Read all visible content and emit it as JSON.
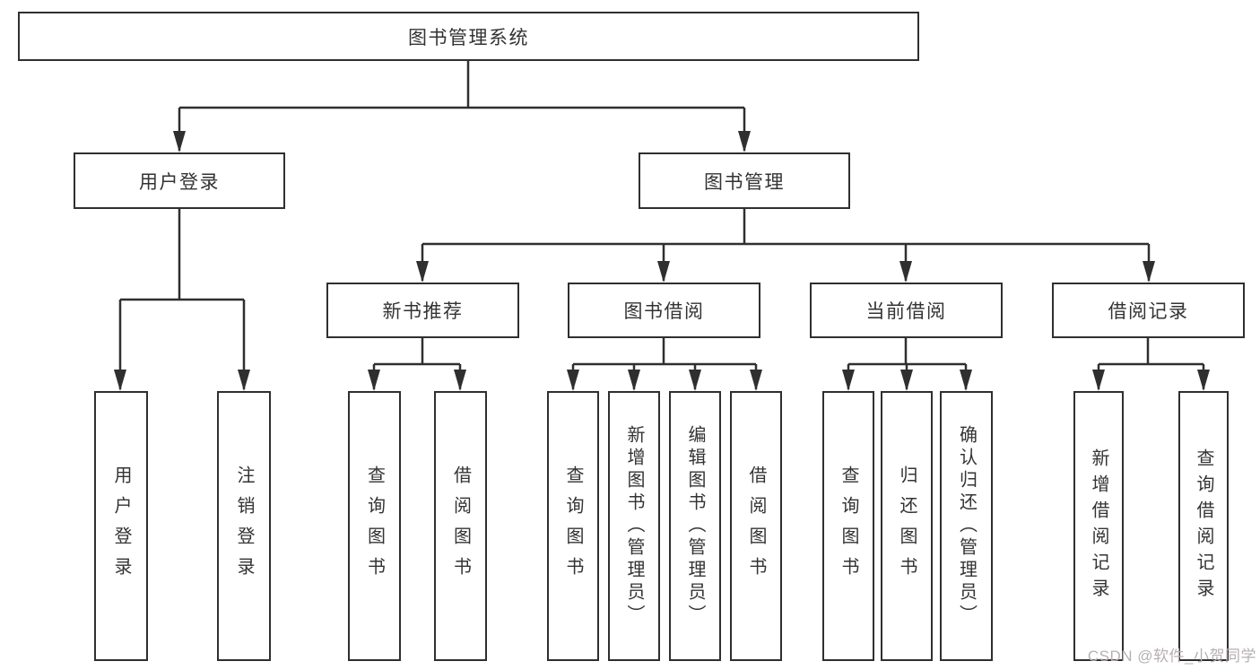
{
  "diagram": {
    "root": {
      "label": "图书管理系统"
    },
    "branches": [
      {
        "id": "user-login-branch",
        "label": "用户登录",
        "children": [
          {
            "label": "用户登录"
          },
          {
            "label": "注销登录"
          }
        ]
      },
      {
        "id": "book-management-branch",
        "label": "图书管理",
        "modules": [
          {
            "label": "新书推荐",
            "children": [
              {
                "label": "查询图书"
              },
              {
                "label": "借阅图书"
              }
            ]
          },
          {
            "label": "图书借阅",
            "children": [
              {
                "label": "查询图书"
              },
              {
                "label": "新增图书（管理员）"
              },
              {
                "label": "编辑图书（管理员）"
              },
              {
                "label": "借阅图书"
              }
            ]
          },
          {
            "label": "当前借阅",
            "children": [
              {
                "label": "查询图书"
              },
              {
                "label": "归还图书"
              },
              {
                "label": "确认归还（管理员）"
              }
            ]
          },
          {
            "label": "借阅记录",
            "children": [
              {
                "label": "新增借阅记录"
              },
              {
                "label": "查询借阅记录"
              }
            ]
          }
        ]
      }
    ]
  },
  "watermark": "CSDN @软件_小贺同学",
  "colors": {
    "line": "#2f2f2f",
    "text": "#333333",
    "watermark": "#b7b0b0",
    "background": "#ffffff"
  }
}
